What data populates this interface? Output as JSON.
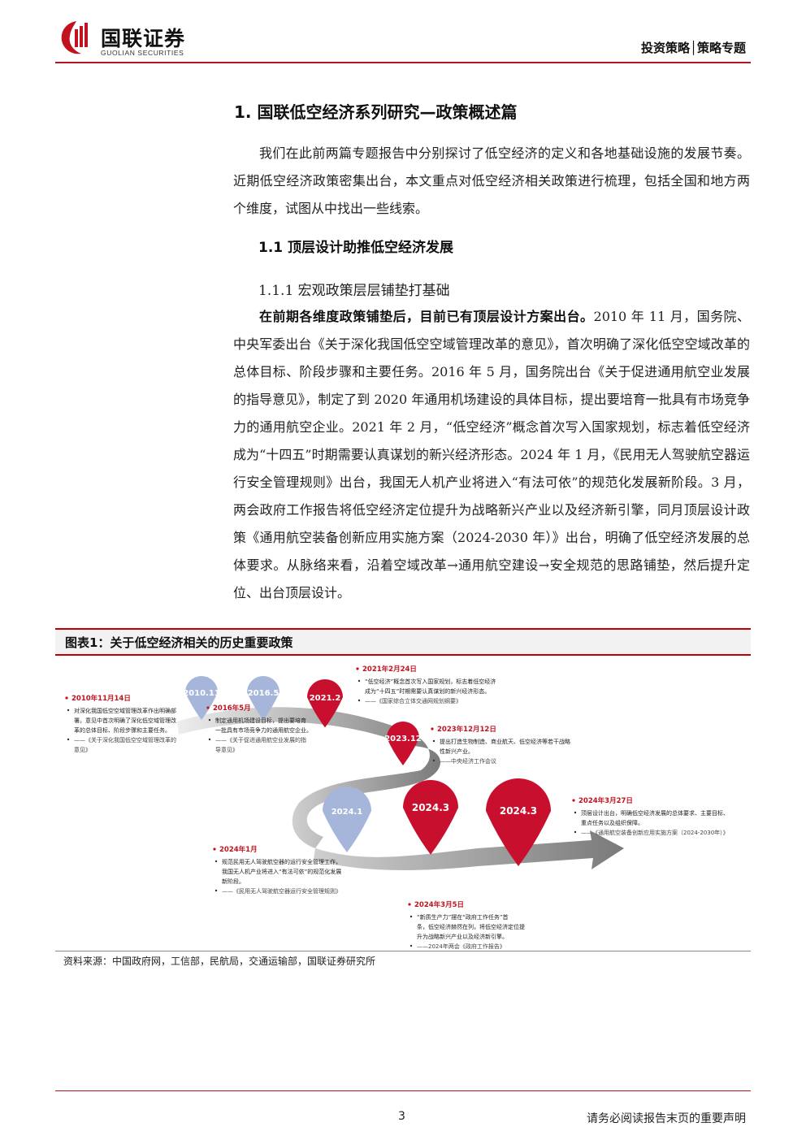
{
  "header": {
    "logo_cn": "国联证券",
    "logo_en": "GUOLIAN SECURITIES",
    "category": "投资策略│策略专题",
    "brand_color": "#c0131f"
  },
  "section": {
    "h1": "1.  国联低空经济系列研究—政策概述篇",
    "intro": "我们在此前两篇专题报告中分别探讨了低空经济的定义和各地基础设施的发展节奏。近期低空经济政策密集出台，本文重点对低空经济相关政策进行梳理，包括全国和地方两个维度，试图从中找出一些线索。",
    "h2": "1.1 顶层设计助推低空经济发展",
    "h3": "1.1.1 宏观政策层层铺垫打基础",
    "body_lead": "在前期各维度政策铺垫后，目前已有顶层设计方案出台。",
    "body_rest": "2010 年 11 月，国务院、中央军委出台《关于深化我国低空空域管理改革的意见》，首次明确了深化低空空域改革的总体目标、阶段步骤和主要任务。2016 年 5 月，国务院出台《关于促进通用航空业发展的指导意见》，制定了到 2020 年通用机场建设的具体目标，提出要培育一批具有市场竞争力的通用航空企业。2021 年 2 月，“低空经济”概念首次写入国家规划，标志着低空经济成为“十四五”时期需要认真谋划的新兴经济形态。2024 年 1 月，《民用无人驾驶航空器运行安全管理规则》出台，我国无人机产业将进入“有法可依”的规范化发展新阶段。3 月，两会政府工作报告将低空经济定位提升为战略新兴产业以及经济新引擎，同月顶层设计政策《通用航空装备创新应用实施方案（2024-2030 年）》出台，明确了低空经济发展的总体要求。从脉络来看，沿着空域改革→通用航空建设→安全规范的思路铺垫，然后提升定位、出台顶层设计。"
  },
  "figure": {
    "title": "图表1：关于低空经济相关的历史重要政策",
    "pins": [
      {
        "label": "2010.11",
        "color": "#a6b6da"
      },
      {
        "label": "2016.5",
        "color": "#a6b6da"
      },
      {
        "label": "2021.2",
        "color": "#c8102e"
      },
      {
        "label": "2023.12",
        "color": "#c8102e"
      },
      {
        "label": "2024.1",
        "color": "#a6b6da"
      },
      {
        "label": "2024.3",
        "color": "#c8102e"
      },
      {
        "label": "2024.3",
        "color": "#c8102e"
      }
    ],
    "events": [
      {
        "date": "2010年11月14日",
        "lines": [
          "对深化我国低空空域管理改革作出明确部",
          "署。意见中首次明确了深化低空域管理改",
          "革的总体目标、阶段步骤和主要任务。"
        ],
        "source": [
          "——《关于深化我国低空空域管理改革的",
          "意见》"
        ]
      },
      {
        "date": "2016年5月",
        "lines": [
          "制定通用机场建设目标，提出要培育",
          "一批具有市场竞争力的通用航空企业。"
        ],
        "source": [
          "——《关于促进通用航空业发展的指",
          "导意见》"
        ]
      },
      {
        "date": "2021年2月24日",
        "lines": [
          "“低空经济”概念首次写入国家规划，标志着低空经济",
          "成为“十四五”时期需要认真谋划的新兴经济形态。"
        ],
        "source": [
          "——《国家综合立体交通网规划纲要》"
        ]
      },
      {
        "date": "2023年12月12日",
        "lines": [
          "提出打造生物制造、商业航天、低空经济等若干战略",
          "性新兴产业。"
        ],
        "source": [
          "——中央经济工作会议"
        ]
      },
      {
        "date": "2024年1月",
        "lines": [
          "规范民用无人驾驶航空器的运行安全管理工作，",
          "我国无人机产业将进入“有法可依”的规范化发展",
          "新阶段。"
        ],
        "source": [
          "——《民用无人驾驶航空器运行安全管理规则》"
        ]
      },
      {
        "date": "2024年3月5日",
        "lines": [
          "“新质生产力”摆在“政府工作任务”首",
          "条，低空经济赫然在列，将低空经济定位提",
          "升为战略新兴产业以及经济新引擎。"
        ],
        "source": [
          "——2024年两会《政府工作报告》"
        ]
      },
      {
        "date": "2024年3月27日",
        "lines": [
          "顶层设计出台，明确低空经济发展的总体要求、主要目标、",
          "重点任务以及组织保障。"
        ],
        "source": [
          "——《通用航空装备创新应用实施方案（2024-2030年）》"
        ]
      }
    ],
    "source_note": "资料来源：中国政府网，工信部，民航局，交通运输部，国联证券研究所"
  },
  "footer": {
    "page": "3",
    "disclaimer": "请务必阅读报告末页的重要声明"
  }
}
